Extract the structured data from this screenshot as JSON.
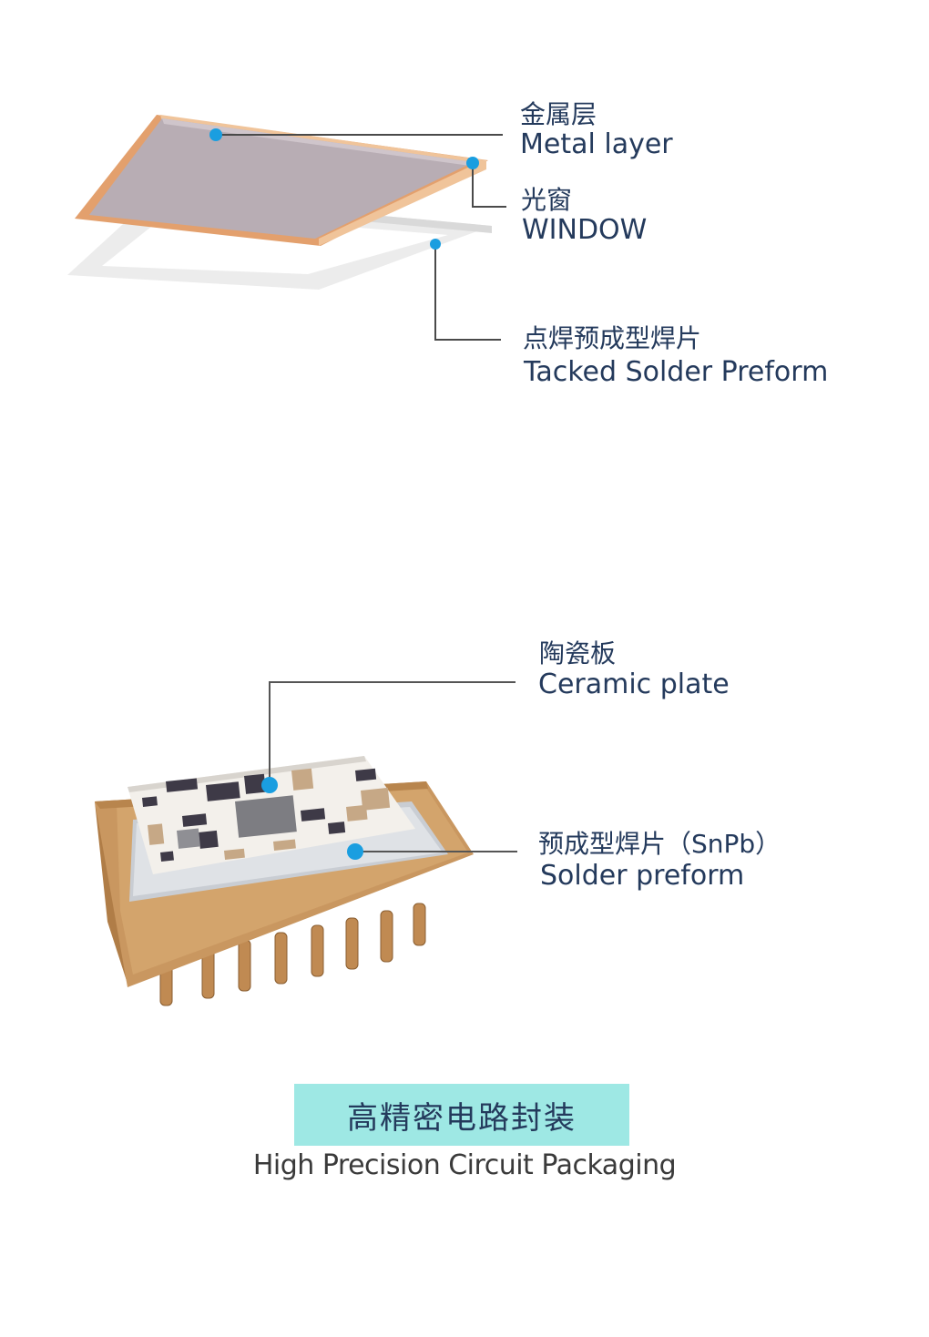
{
  "colors": {
    "text": "#243a5c",
    "leader_line": "#4a4a4a",
    "dot": "#1a9ee0",
    "caption_bg": "#9ee8e4",
    "copper": "#e7a877",
    "metal": "#b9aeb4",
    "window_frame": "#efefef",
    "package_body": "#c99a63",
    "ceramic": "#f4f1ec"
  },
  "top_diagram": {
    "labels": [
      {
        "cn": "金属层",
        "en": "Metal layer"
      },
      {
        "cn": "光窗",
        "en": "WINDOW"
      },
      {
        "cn": "点焊预成型焊片",
        "en": "Tacked Solder Preform"
      }
    ]
  },
  "bottom_diagram": {
    "labels": [
      {
        "cn": "陶瓷板",
        "en": "Ceramic plate"
      },
      {
        "cn": "预成型焊片（SnPb）",
        "en": "Solder preform"
      }
    ]
  },
  "caption": {
    "title_cn": "高精密电路封装",
    "title_en": "High Precision Circuit Packaging"
  }
}
